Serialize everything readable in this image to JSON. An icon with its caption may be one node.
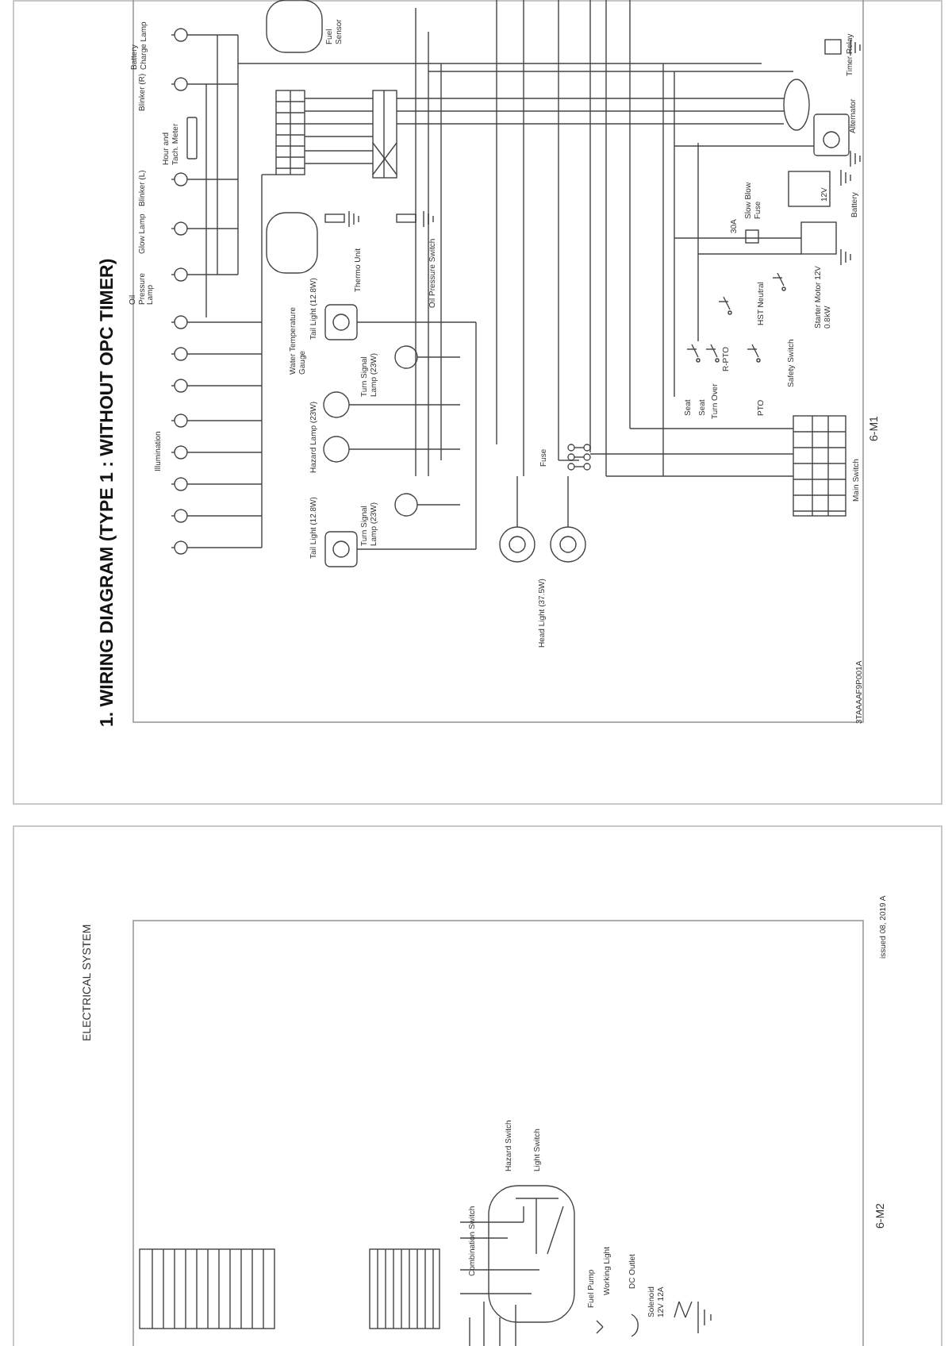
{
  "diagram": {
    "title": "1. WIRING DIAGRAM (TYPE 1 : WITHOUT OPC TIMER)",
    "labels": [
      "Battery Charge Lamp",
      "Blinker (R)",
      "Hour and Tach. Meter",
      "Blinker (L)",
      "Glow Lamp",
      "Oil Pressure Lamp",
      "Water Temperature Gauge",
      "Illumination",
      "Fuel Sensor",
      "Thermo Unit",
      "Tail Light (12.8W)",
      "Oil Pressure Switch",
      "Turn Signal Lamp (23W)",
      "Hazard Lamp (23W)",
      "Turn Signal Lamp (23W)",
      "Tail Light (12.8W)",
      "Head Light (37.5W)",
      "Fuse",
      "Seat",
      "Seat",
      "Turn Over",
      "R-PTO",
      "PTO",
      "HST Neutral",
      "Safety Switch",
      "Slow Blow Fuse",
      "30A",
      "Timer Relay",
      "Alternator",
      "Battery",
      "12V",
      "Starter Motor 12V 0.8kW",
      "Main Switch",
      "6-M1",
      "3TAAAAF9P001A",
      "ELECTRICAL SYSTEM",
      "Combination Switch",
      "Hazard Switch",
      "Light Switch",
      "Fuel Pump",
      "Working Light",
      "DC Outlet",
      "Solenoid 12V 12A",
      "6-M2",
      "issued 08, 2019 A"
    ]
  }
}
